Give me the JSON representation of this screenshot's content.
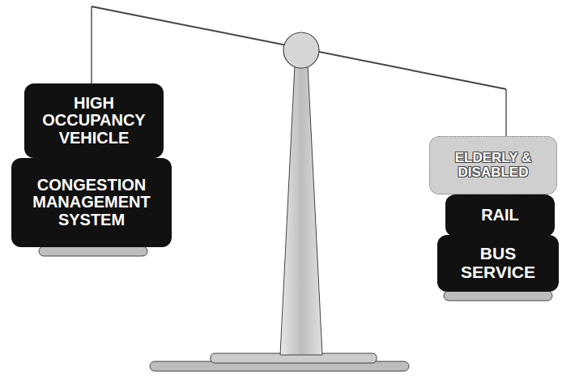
{
  "diagram": {
    "nodes": [
      {
        "text": [
          "HIGH OCCUPANCY VEHICLE"
        ]
      },
      {
        "text": [
          "CONGESTION MANAGEMENT SYSTEM"
        ]
      },
      {
        "text": [
          "ELDERLY & DISABLED"
        ]
      },
      {
        "text": [
          "RAIL"
        ]
      },
      {
        "text": [
          "BUS SERVICE"
        ]
      }
    ]
  }
}
